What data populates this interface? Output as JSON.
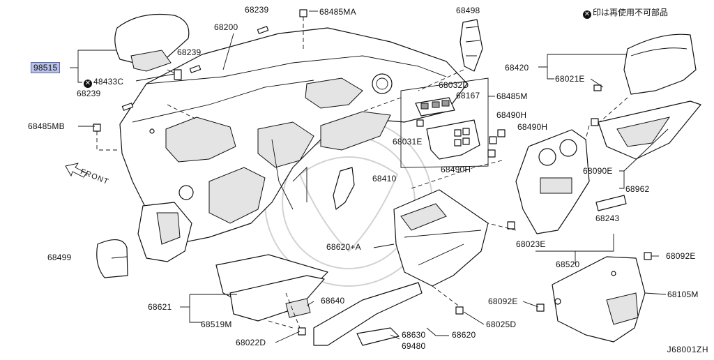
{
  "legend": {
    "icon": "x-circle-icon",
    "text": "印は再使用不可部品"
  },
  "diagram_code": "J68001ZH",
  "front_label": "FRONT",
  "labels": {
    "p98515": "98515",
    "p48433C": "48433C",
    "p68239_top": "68239",
    "p68239_mid": "68239",
    "p68239_left": "68239",
    "p68485MA": "68485MA",
    "p68200": "68200",
    "p68485MB": "68485MB",
    "p68498": "68498",
    "p68032D": "68032D",
    "p68167": "68167",
    "p68485M": "68485M",
    "p68031E": "68031E",
    "p68490H_a": "68490H",
    "p68490H_b": "68490H",
    "p68490H_c": "68490H",
    "p68420": "68420",
    "p68021E": "68021E",
    "p68090E": "68090E",
    "p68962": "68962",
    "p68410": "68410",
    "p68243": "68243",
    "p68023E": "68023E",
    "p68520": "68520",
    "p68499": "68499",
    "p68620A": "68620+A",
    "p68092E_right": "68092E",
    "p68092E_left": "68092E",
    "p68105M": "68105M",
    "p68621": "68621",
    "p68640": "68640",
    "p68519M": "68519M",
    "p68025D": "68025D",
    "p68022D": "68022D",
    "p68630": "68630",
    "p68620": "68620",
    "p69480": "69480"
  }
}
